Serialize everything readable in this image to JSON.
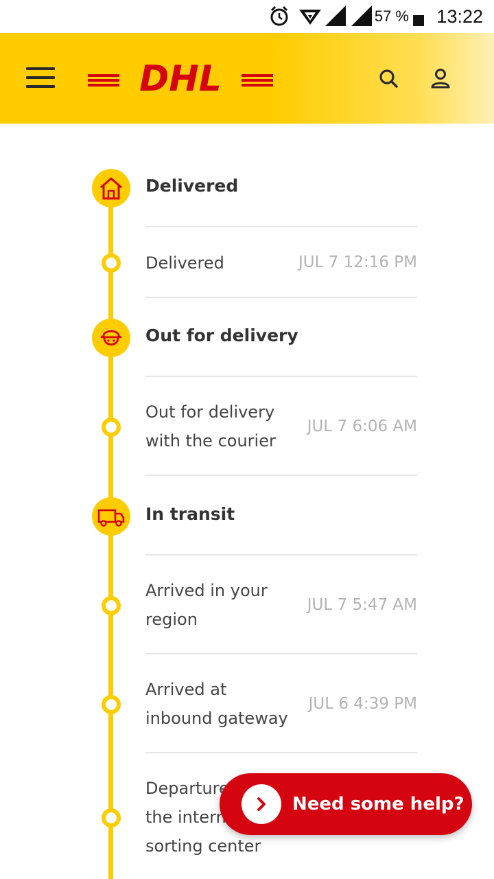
{
  "status_bar": {
    "battery_percent": "57 %",
    "time": "13:22",
    "icons": [
      "alarm-icon",
      "wifi-icon",
      "signal-icon",
      "signal-icon",
      "battery-icon"
    ]
  },
  "header": {
    "logo_text": "DHL",
    "brand_colors": {
      "yellow": "#ffcc00",
      "red": "#d40511"
    },
    "icons": [
      "menu-icon",
      "search-icon",
      "user-icon"
    ]
  },
  "timeline": {
    "stages": [
      {
        "title": "Delivered",
        "icon": "house-icon",
        "events": [
          {
            "text": "Delivered",
            "time": "JUL 7 12:16 PM"
          }
        ]
      },
      {
        "title": "Out for delivery",
        "icon": "courier-icon",
        "events": [
          {
            "text": "Out for delivery with the courier",
            "time": "JUL 7 6:06 AM"
          }
        ]
      },
      {
        "title": "In transit",
        "icon": "truck-icon",
        "events": [
          {
            "text": "Arrived in your region",
            "time": "JUL 7 5:47 AM"
          },
          {
            "text": "Arrived at inbound gateway",
            "time": "JUL 6 4:39 PM"
          },
          {
            "text": "Departure from the international sorting center",
            "time": ""
          }
        ]
      }
    ]
  },
  "help_button": {
    "label": "Need some help?",
    "icon": "chevron-right-icon"
  }
}
